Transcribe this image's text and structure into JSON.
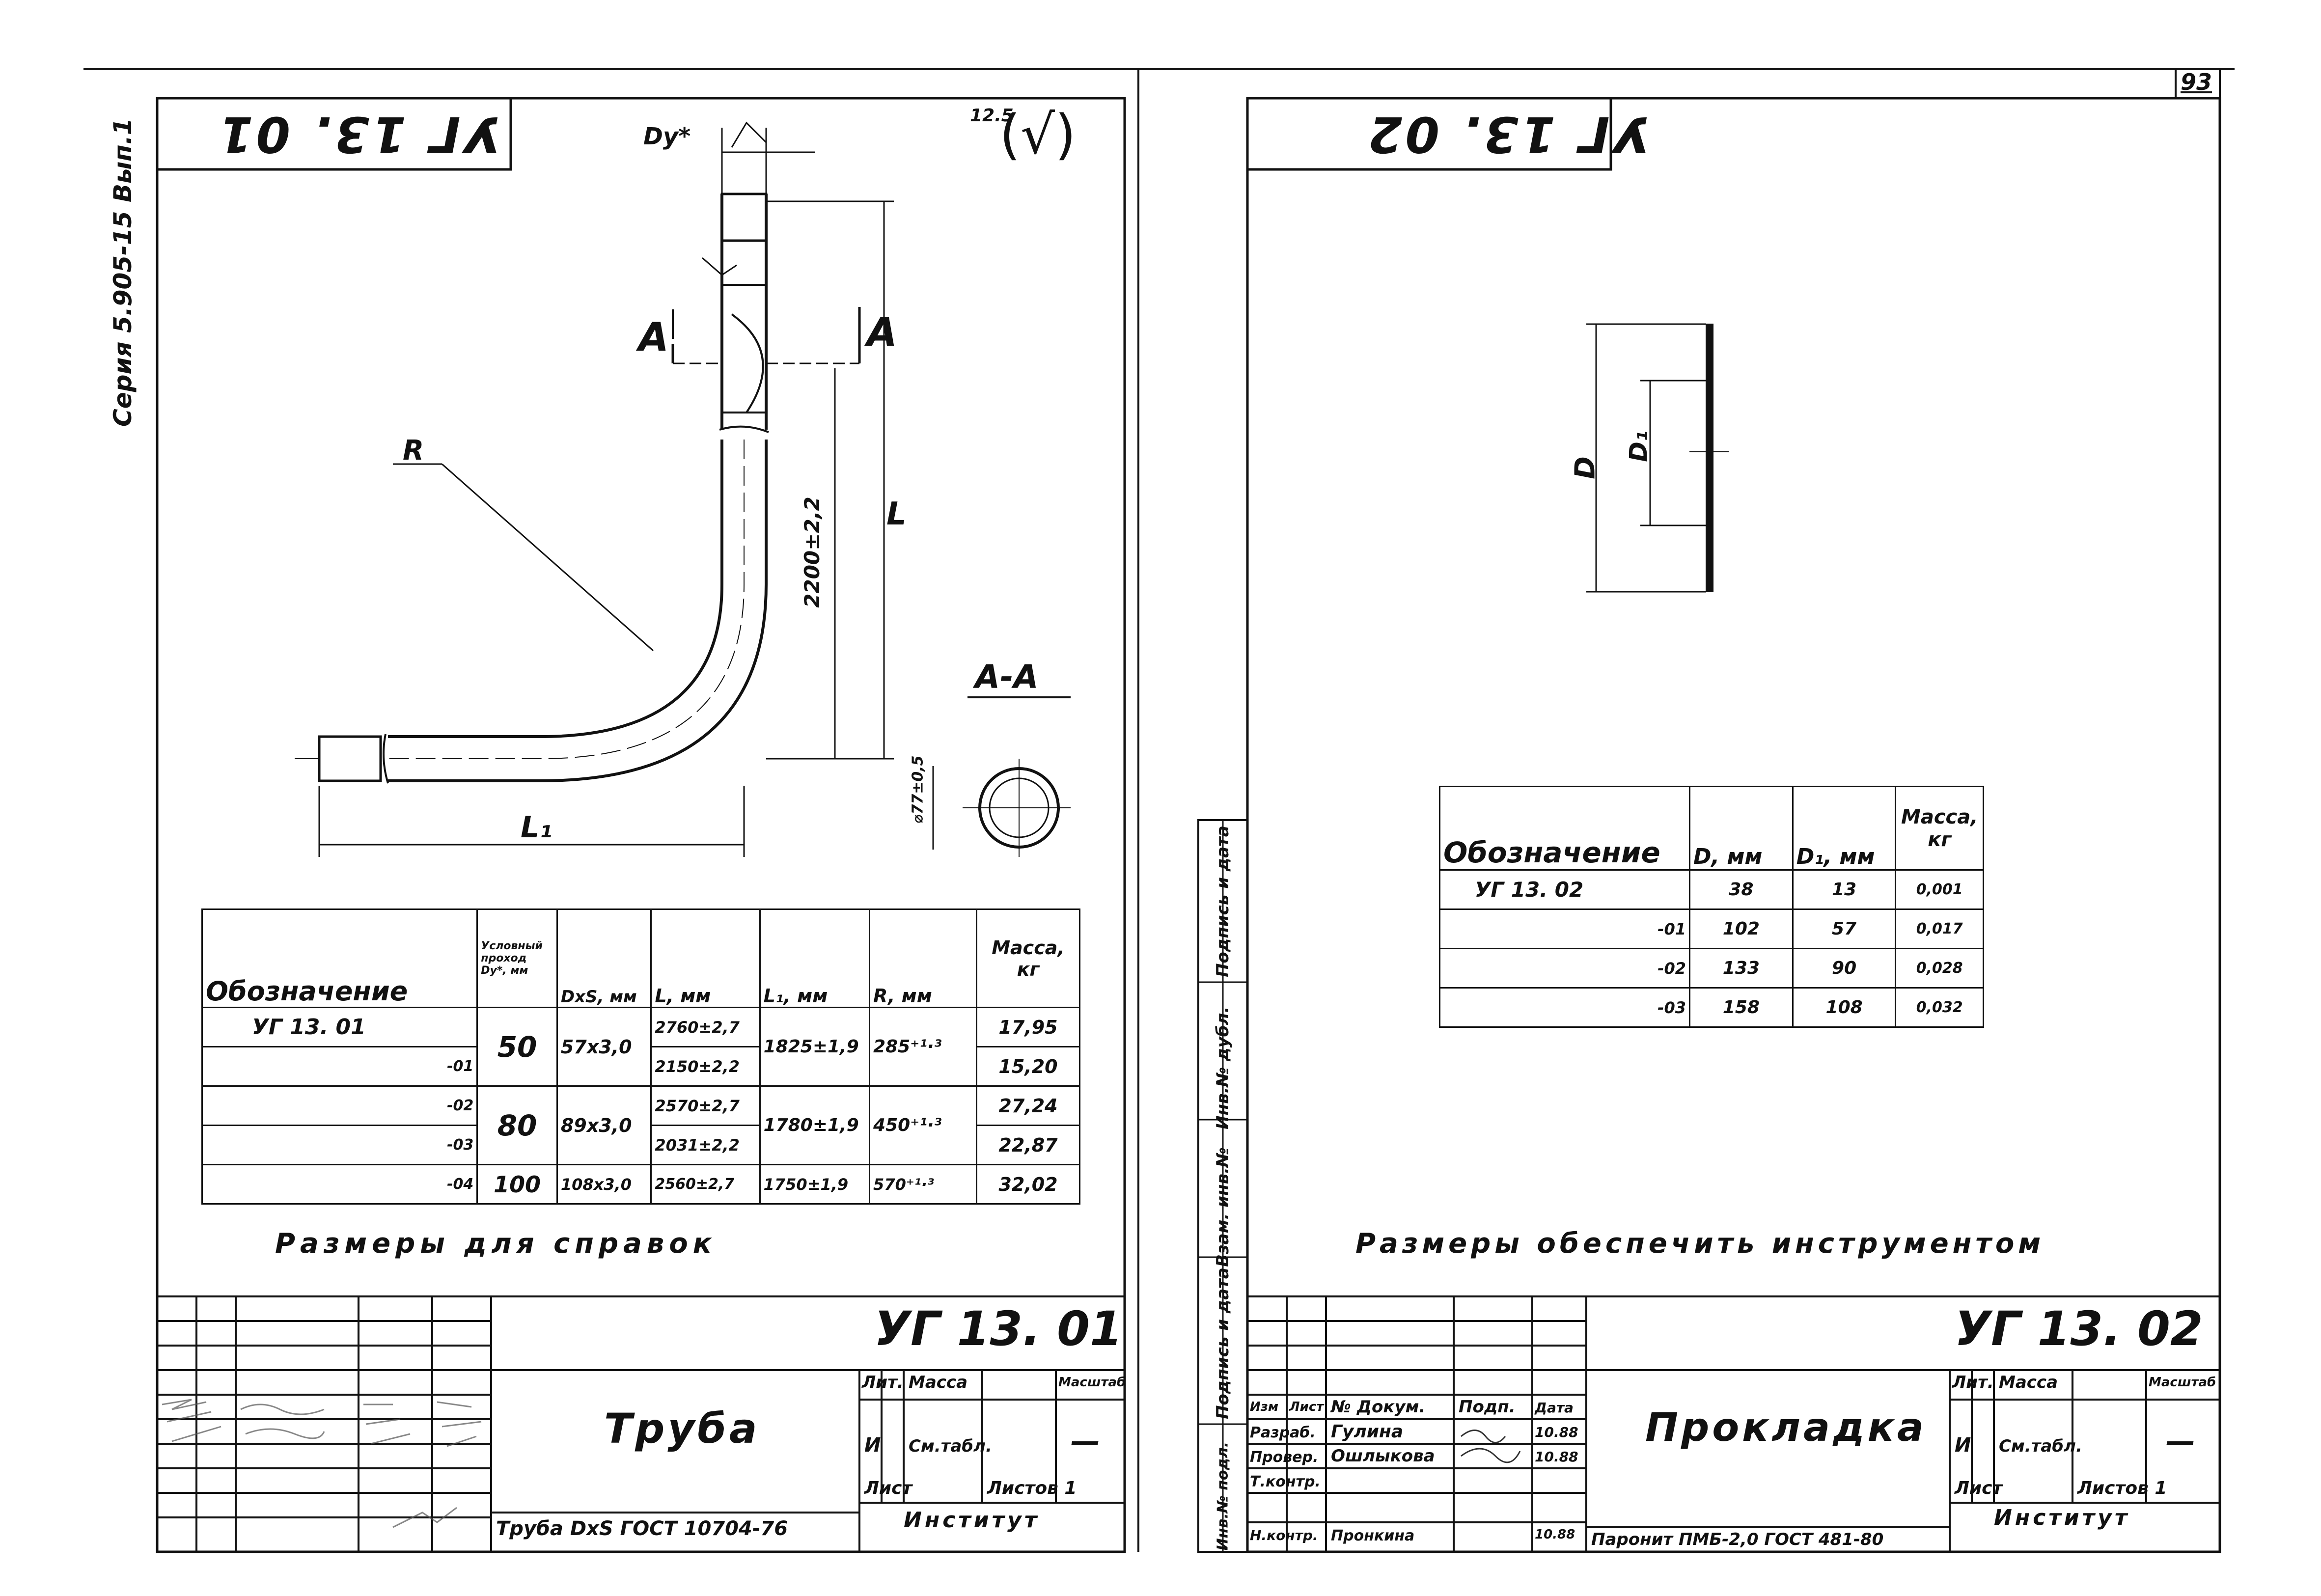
{
  "page": {
    "sheet_number": "93"
  },
  "left_sheet": {
    "rotated_code": "УГ 13. 01",
    "series_vertical": "Серия 5.905-15 Вып.1",
    "roughness": "12.5",
    "roughness_symbol": "(√)",
    "drawing": {
      "dy_label": "Dy*",
      "section_marker": "A",
      "radius_label": "R",
      "length_label": "L",
      "length_dim": "2200±2,2",
      "l1_label": "L₁",
      "section_title": "A-A",
      "section_dim": "⌀77±0,5"
    },
    "table": {
      "headers": {
        "designation": "Обозначение",
        "dy": "Условный проход Dy*, мм",
        "dxs": "DxS, мм",
        "l": "L, мм",
        "l1": "L₁, мм",
        "r": "R, мм",
        "mass": "Масса, кг"
      },
      "rows": [
        {
          "designation": "УГ 13. 01",
          "dy": "50",
          "dxs": "57x3,0",
          "l": "2760±2,7",
          "l1": "1825±1,9",
          "r": "285⁺¹·³",
          "mass": "17,95"
        },
        {
          "designation": "-01",
          "dy": "",
          "dxs": "",
          "l": "2150±2,2",
          "l1": "",
          "r": "",
          "mass": "15,20"
        },
        {
          "designation": "-02",
          "dy": "80",
          "dxs": "89x3,0",
          "l": "2570±2,7",
          "l1": "1780±1,9",
          "r": "450⁺¹·³",
          "mass": "27,24"
        },
        {
          "designation": "-03",
          "dy": "",
          "dxs": "",
          "l": "2031±2,2",
          "l1": "",
          "r": "",
          "mass": "22,87"
        },
        {
          "designation": "-04",
          "dy": "100",
          "dxs": "108x3,0",
          "l": "2560±2,7",
          "l1": "1750±1,9",
          "r": "570⁺¹·³",
          "mass": "32,02"
        }
      ]
    },
    "note": "Размеры для справок",
    "title_block": {
      "code": "УГ 13. 01",
      "name": "Труба",
      "lit_label": "Лит.",
      "mass_label": "Масса",
      "scale_label": "Масштаб",
      "lit_value": "И",
      "mass_value": "См.табл.",
      "scale_value": "—",
      "sheet_label": "Лист",
      "sheets_label": "Листов 1",
      "material": "Труба DxS ГОСТ 10704-76",
      "org": "Институт"
    }
  },
  "right_sheet": {
    "rotated_code": "УГ 13. 02",
    "drawing": {
      "d_label": "D",
      "d1_label": "D₁"
    },
    "table": {
      "headers": {
        "designation": "Обозначение",
        "d": "D, мм",
        "d1": "D₁, мм",
        "mass": "Масса, кг"
      },
      "rows": [
        {
          "designation": "УГ 13. 02",
          "d": "38",
          "d1": "13",
          "mass": "0,001"
        },
        {
          "designation": "-01",
          "d": "102",
          "d1": "57",
          "mass": "0,017"
        },
        {
          "designation": "-02",
          "d": "133",
          "d1": "90",
          "mass": "0,028"
        },
        {
          "designation": "-03",
          "d": "158",
          "d1": "108",
          "mass": "0,032"
        }
      ]
    },
    "note": "Размеры обеспечить инструментом",
    "side_stamps": [
      "Подпись и дата",
      "Инв.№ дубл.",
      "Взам. инв.№",
      "Подпись и дата",
      "Инв.№ подл."
    ],
    "title_block": {
      "code": "УГ 13. 02",
      "name": "Прокладка",
      "hdr": [
        "Изм",
        "Лист",
        "№ Докум.",
        "Подп.",
        "Дата"
      ],
      "rows": [
        [
          "Разраб.",
          "Гулина",
          "",
          "10.88"
        ],
        [
          "Провер.",
          "Ошлыкова",
          "",
          "10.88"
        ],
        [
          "Т.контр.",
          "",
          "",
          ""
        ],
        [
          "Н.контр.",
          "Пронкина",
          "",
          "10.88"
        ]
      ],
      "lit_label": "Лит.",
      "mass_label": "Масса",
      "scale_label": "Масштаб",
      "lit_value": "И",
      "mass_value": "См.табл.",
      "scale_value": "—",
      "sheet_label": "Лист",
      "sheets_label": "Листов 1",
      "material": "Паронит ПМБ-2,0 ГОСТ 481-80",
      "org": "Институт"
    }
  }
}
